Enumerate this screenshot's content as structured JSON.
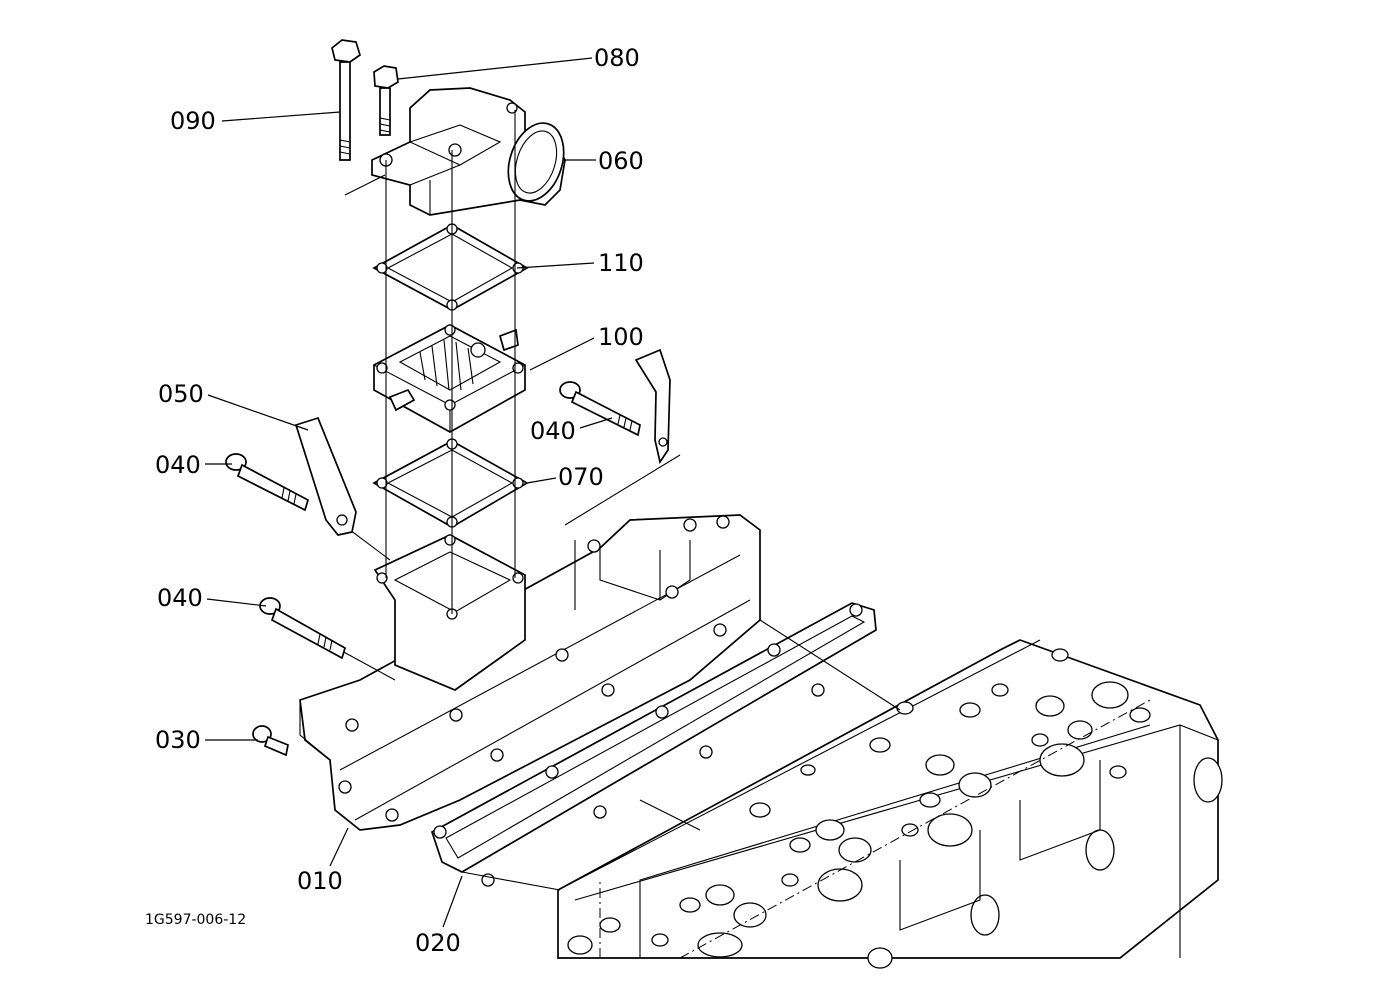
{
  "diagram": {
    "reference_code": "1G597-006-12",
    "callouts": [
      {
        "id": "c080",
        "label": "080"
      },
      {
        "id": "c090",
        "label": "090"
      },
      {
        "id": "c060",
        "label": "060"
      },
      {
        "id": "c110",
        "label": "110"
      },
      {
        "id": "c100",
        "label": "100"
      },
      {
        "id": "c050",
        "label": "050"
      },
      {
        "id": "c040a",
        "label": "040"
      },
      {
        "id": "c040b",
        "label": "040"
      },
      {
        "id": "c070",
        "label": "070"
      },
      {
        "id": "c040c",
        "label": "040"
      },
      {
        "id": "c030",
        "label": "030"
      },
      {
        "id": "c010",
        "label": "010"
      },
      {
        "id": "c020",
        "label": "020"
      }
    ]
  }
}
